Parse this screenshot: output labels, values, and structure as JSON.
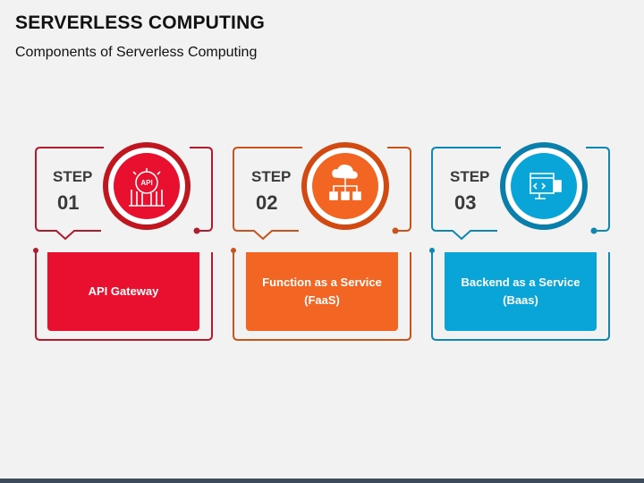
{
  "title": "SERVERLESS COMPUTING",
  "subtitle": "Components of Serverless Computing",
  "steps": [
    {
      "label": "STEP",
      "number": "01",
      "text": "API Gateway",
      "color": "#e8102e",
      "icon": "api-gateway-icon"
    },
    {
      "label": "STEP",
      "number": "02",
      "text": "Function as a Service\n(FaaS)",
      "color": "#f26522",
      "icon": "cloud-network-icon"
    },
    {
      "label": "STEP",
      "number": "03",
      "text": "Backend as a Service\n(Baas)",
      "color": "#0aa5d8",
      "icon": "web-code-icon"
    }
  ]
}
